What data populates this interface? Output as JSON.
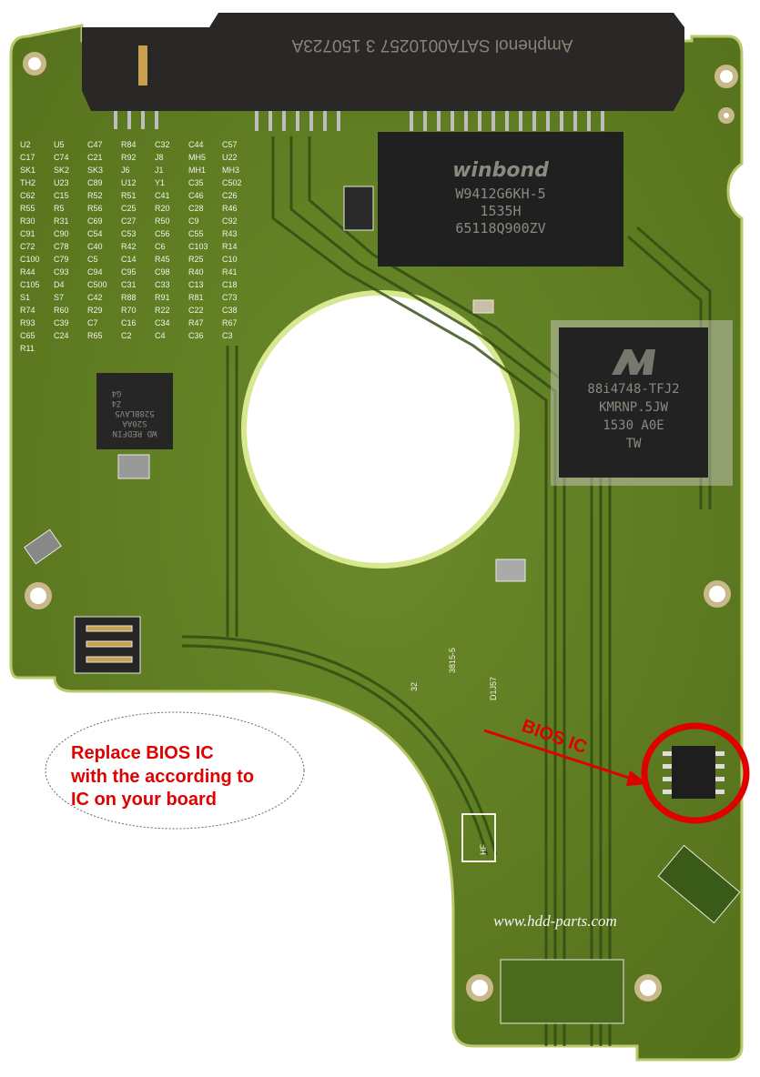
{
  "connector": {
    "text": "Amphenol SATA0010257 3 150723A"
  },
  "ram_chip": {
    "brand": "winbond",
    "lines": [
      "W9412G6KH-5",
      "1535H",
      "65118Q900ZV"
    ]
  },
  "controller_chip": {
    "lines": [
      "88i4748-TFJ2",
      "KMRNP.5JW",
      "1530 A0E",
      "TW"
    ]
  },
  "motor_chip": {
    "lines": [
      "WD REDFIN",
      "S20AA",
      "528BLAV5",
      "Z4",
      "G4"
    ]
  },
  "board_marks": {
    "part": "3815-5",
    "num": "32",
    "hf": "HF",
    "code": "D1J57"
  },
  "silkscreen": [
    "U2",
    "U5",
    "C47",
    "R84",
    "C32",
    "C44",
    "C57",
    "C17",
    "C74",
    "C21",
    "R92",
    "J8",
    "MH5",
    "U22",
    "SK1",
    "SK2",
    "SK3",
    "J6",
    "J1",
    "MH1",
    "MH3",
    "TH2",
    "U23",
    "C89",
    "U12",
    "Y1",
    "C35",
    "C502",
    "C62",
    "C15",
    "R52",
    "R51",
    "C41",
    "C46",
    "C26",
    "R55",
    "R5",
    "R56",
    "C25",
    "R20",
    "C28",
    "R46",
    "R30",
    "R31",
    "C69",
    "C27",
    "R50",
    "C9",
    "C92",
    "C91",
    "C90",
    "C54",
    "C53",
    "C56",
    "C55",
    "R43",
    "C72",
    "C78",
    "C40",
    "R42",
    "C6",
    "C103",
    "R14",
    "C100",
    "C79",
    "C5",
    "C14",
    "R45",
    "R25",
    "C10",
    "R44",
    "C93",
    "C94",
    "C95",
    "C98",
    "R40",
    "R41",
    "C105",
    "D4",
    "C500",
    "C31",
    "C33",
    "C13",
    "C18",
    "S1",
    "S7",
    "C42",
    "R88",
    "R91",
    "R81",
    "C73",
    "R74",
    "R60",
    "R29",
    "R70",
    "R22",
    "C22",
    "C38",
    "R93",
    "C39",
    "C7",
    "C16",
    "C34",
    "R47",
    "R67",
    "C65",
    "C24",
    "R65",
    "C2",
    "C4",
    "C36",
    "C3",
    "R11"
  ],
  "annotation": {
    "callout_lines": [
      "Replace BIOS IC",
      "with the according to",
      "IC on your board"
    ],
    "arrow_label": "BIOS IC",
    "color": "#e00000"
  },
  "watermark": "www.hdd-parts.com",
  "colors": {
    "pcb": "#5d7a22",
    "pcb_dark": "#2f4a10",
    "chip": "#1e1e1e",
    "connector": "#2a2826"
  }
}
